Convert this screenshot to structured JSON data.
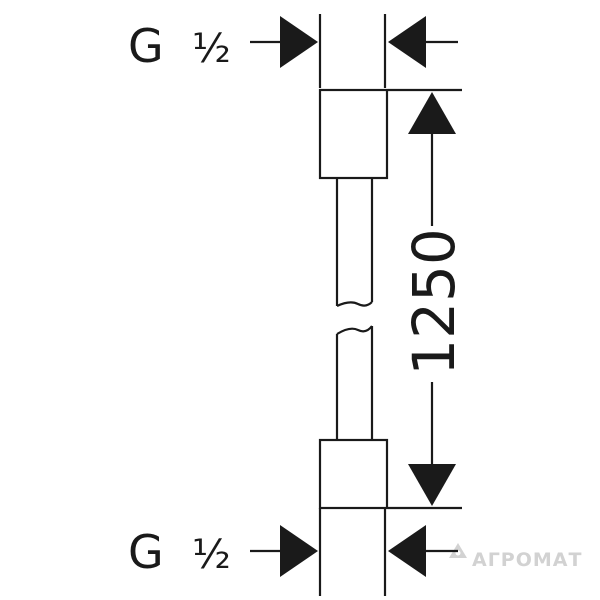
{
  "top_thread": {
    "letter": "G",
    "size": "½"
  },
  "bottom_thread": {
    "letter": "G",
    "size": "½"
  },
  "length_dimension": {
    "value": "1250"
  },
  "watermark": {
    "text": "АГРОМАТ",
    "icon": "agromat-logo-icon"
  },
  "colors": {
    "line": "#1a1a1a",
    "watermark": "#d2d2d2"
  }
}
